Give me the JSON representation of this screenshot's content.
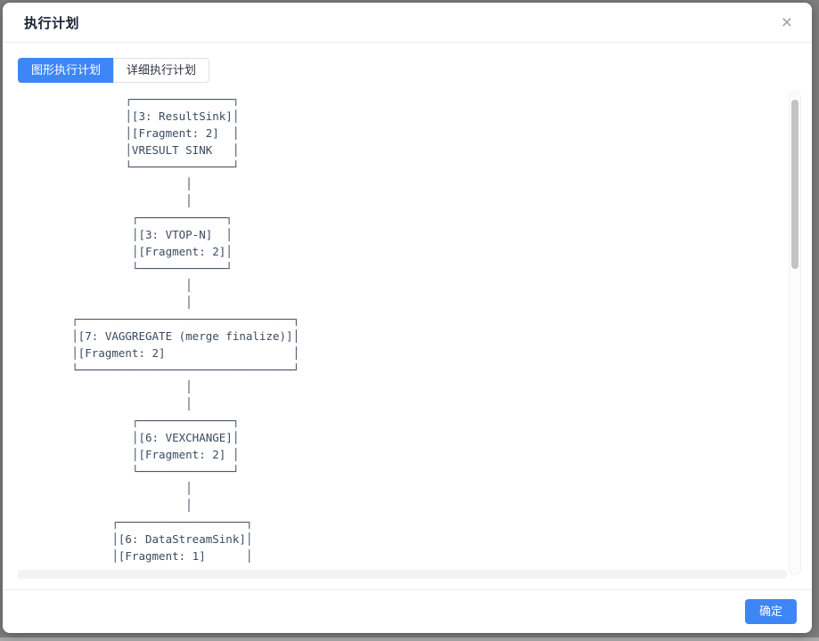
{
  "modal": {
    "title": "执行计划",
    "tabs": [
      {
        "label": "图形执行计划",
        "active": true
      },
      {
        "label": "详细执行计划",
        "active": false
      }
    ],
    "plan": {
      "lines": [
        "                ┌───────────────┐",
        "                │[3: ResultSink]│",
        "                │[Fragment: 2]  │",
        "                │VRESULT SINK   │",
        "                └───────────────┘",
        "                         │",
        "                         │",
        "                 ┌─────────────┐",
        "                 │[3: VTOP-N]  │",
        "                 │[Fragment: 2]│",
        "                 └─────────────┘",
        "                         │",
        "                         │",
        "        ┌────────────────────────────────┐",
        "        │[7: VAGGREGATE (merge finalize)]│",
        "        │[Fragment: 2]                   │",
        "        └────────────────────────────────┘",
        "                         │",
        "                         │",
        "                 ┌──────────────┐",
        "                 │[6: VEXCHANGE]│",
        "                 │[Fragment: 2] │",
        "                 └──────────────┘",
        "                         │",
        "                         │",
        "              ┌───────────────────┐",
        "              │[6: DataStreamSink]│",
        "              │[Fragment: 1]      │"
      ]
    },
    "footer": {
      "ok_label": "确定"
    }
  },
  "icons": {
    "close": "×"
  },
  "colors": {
    "primary": "#3d86f5",
    "plan_text": "#3b4a61"
  }
}
